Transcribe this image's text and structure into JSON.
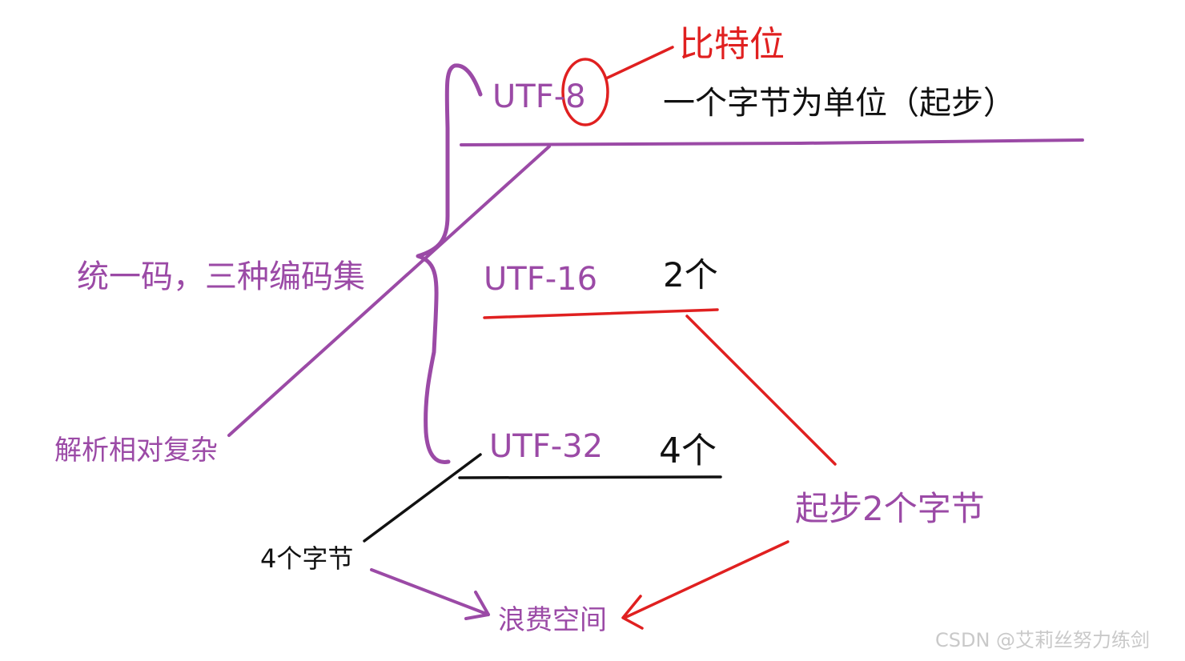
{
  "colors": {
    "purple": "#9b4aa6",
    "red": "#e02020",
    "black": "#111111",
    "watermark": "#c9c9c9"
  },
  "labels": {
    "bit": "比特位",
    "utf8": "UTF-8",
    "one_byte_unit": "一个字节为单位（起步）",
    "unicode_three_sets": "统一码，三种编码集",
    "utf16": "UTF-16",
    "two": "2个",
    "complex_parsing": "解析相对复杂",
    "utf32": "UTF-32",
    "four": "4个",
    "start_two_bytes": "起步2个字节",
    "four_bytes": "4个字节",
    "waste_space": "浪费空间"
  },
  "watermark": "CSDN @艾莉丝努力练剑"
}
